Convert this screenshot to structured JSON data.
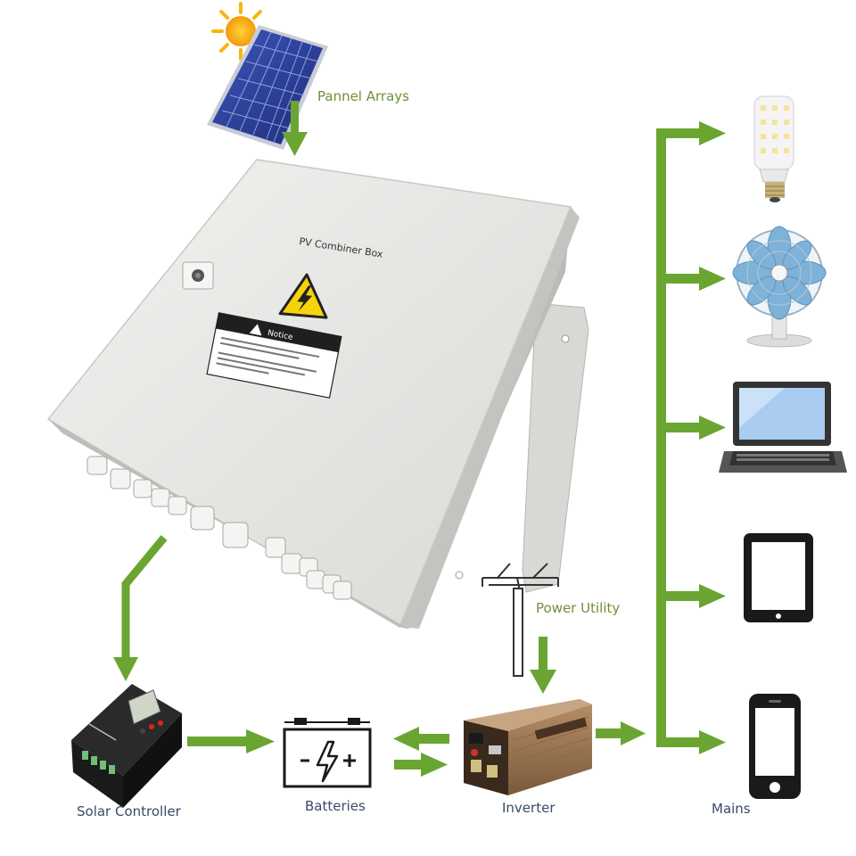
{
  "labels": {
    "panel_arrays": "Pannel Arrays",
    "combiner_box": "PV Combiner Box",
    "notice": "Notice",
    "power_utility": "Power Utility",
    "solar_controller": "Solar Controller",
    "batteries": "Batteries",
    "inverter": "Inverter",
    "mains": "Mains"
  },
  "colors": {
    "arrow_green": "#6aa532",
    "text": "#3b4a66",
    "box_body": "#e4e4e2",
    "warning_yellow": "#f5d40a"
  },
  "icons": [
    "sun-icon",
    "solar-panel-icon",
    "combiner-box-icon",
    "warning-icon",
    "utility-pole-icon",
    "solar-controller-icon",
    "battery-icon",
    "inverter-icon",
    "bulb-icon",
    "fan-icon",
    "laptop-icon",
    "tablet-icon",
    "phone-icon"
  ]
}
